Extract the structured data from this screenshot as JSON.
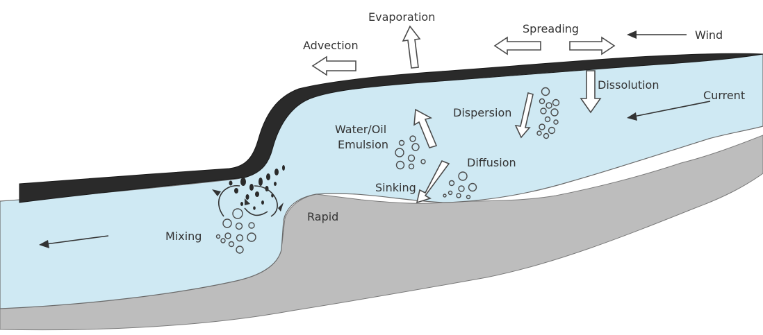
{
  "diagram": {
    "labels": {
      "evaporation": "Evaporation",
      "spreading": "Spreading",
      "wind": "Wind",
      "advection": "Advection",
      "dissolution": "Dissolution",
      "current": "Current",
      "dispersion": "Dispersion",
      "emulsion_line1": "Water/Oil",
      "emulsion_line2": "Emulsion",
      "diffusion": "Diffusion",
      "sinking": "Sinking",
      "rapid": "Rapid",
      "mixing": "Mixing"
    },
    "colors": {
      "water": "#cfe9f3",
      "riverbed": "#bdbdbd",
      "oil": "#2a2a2a",
      "outline": "#4a4a4a"
    }
  }
}
